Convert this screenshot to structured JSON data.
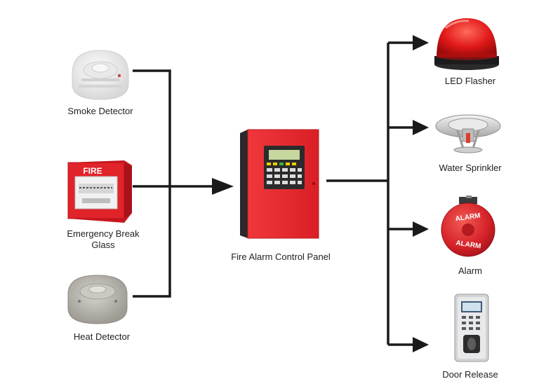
{
  "inputs": {
    "smoke_detector": {
      "label": "Smoke Detector"
    },
    "break_glass": {
      "label_line1": "Emergency Break",
      "label_line2": "Glass",
      "sign_text": "FIRE"
    },
    "heat_detector": {
      "label": "Heat Detector"
    }
  },
  "panel": {
    "label": "Fire Alarm Control Panel"
  },
  "outputs": {
    "led_flasher": {
      "label": "LED Flasher"
    },
    "water_sprinkler": {
      "label": "Water Sprinkler"
    },
    "alarm": {
      "label": "Alarm",
      "bell_text": "ALARM"
    },
    "door_release": {
      "label": "Door Release"
    }
  },
  "colors": {
    "line": "#1a1a1a",
    "panel_red": "#e8262b",
    "alarm_red": "#d9232a",
    "device_white": "#f2f2f2",
    "device_gray": "#b9b7b0"
  }
}
